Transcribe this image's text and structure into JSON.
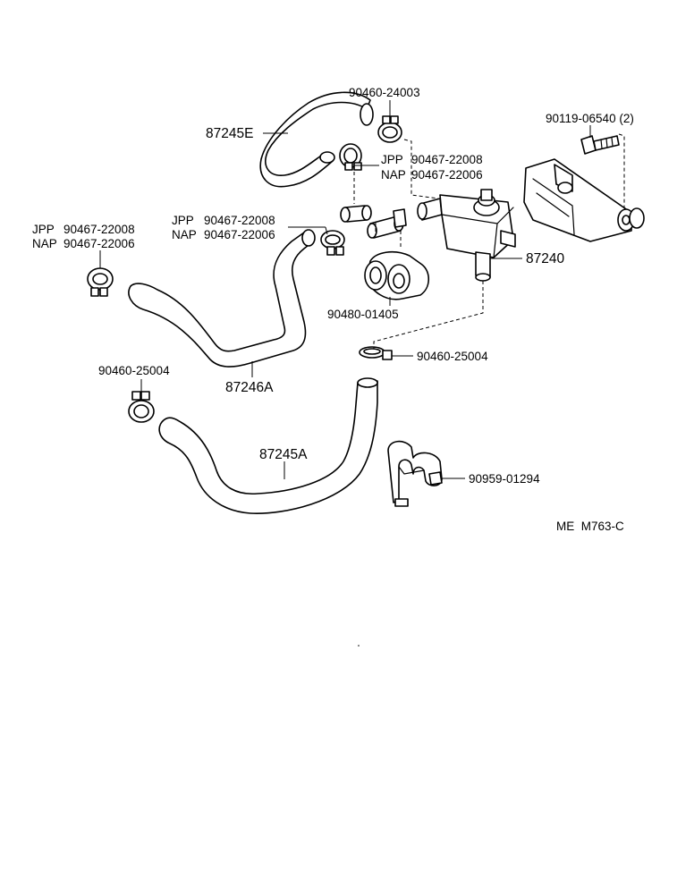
{
  "labels": {
    "hose_87245e": "87245E",
    "clamp_90460_24003": "90460-24003",
    "bolt_90119": "90119-06540 (2)",
    "jpp_upper_code": "JPP",
    "jpp_upper_part": "90467-22008",
    "nap_upper_code": "NAP",
    "nap_upper_part": "90467-22006",
    "jpp_mid_code": "JPP",
    "jpp_mid_part": "90467-22008",
    "nap_mid_code": "NAP",
    "nap_mid_part": "90467-22006",
    "jpp_left_code": "JPP",
    "jpp_left_part": "90467-22008",
    "nap_left_code": "NAP",
    "nap_left_part": "90467-22006",
    "valve_87240": "87240",
    "grommet_90480": "90480-01405",
    "hose_87246a": "87246A",
    "clamp_90460_25004_right": "90460-25004",
    "clamp_90460_25004_left": "90460-25004",
    "hose_87245a": "87245A",
    "clip_90959": "90959-01294",
    "diagram_code": "ME  M763-C"
  }
}
